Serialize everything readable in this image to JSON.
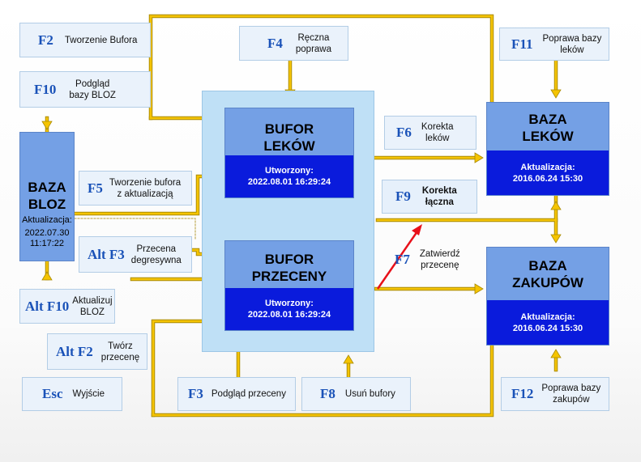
{
  "blocks": {
    "baza_bloz": {
      "title": "BAZA\nBLOZ",
      "update_label": "Aktualizacja:",
      "update_date": "2022.07.30\n11:17:22"
    },
    "bufor_lekow": {
      "title": "BUFOR\nLEKÓW",
      "status": "Utworzony:\n2022.08.01 16:29:24"
    },
    "bufor_przeceny": {
      "title": "BUFOR\nPRZECENY",
      "status": "Utworzony:\n2022.08.01 16:29:24"
    },
    "baza_lekow": {
      "title": "BAZA\nLEKÓW",
      "status": "Aktualizacja:\n2016.06.24 15:30"
    },
    "baza_zakupow": {
      "title": "BAZA\nZAKUPÓW",
      "status": "Aktualizacja:\n2016.06.24 15:30"
    }
  },
  "keys": {
    "f2": {
      "key": "F2",
      "label": "Tworzenie Bufora"
    },
    "f10": {
      "key": "F10",
      "label": "Podgląd\nbazy BLOZ"
    },
    "f4": {
      "key": "F4",
      "label": "Ręczna\npoprawa"
    },
    "f11": {
      "key": "F11",
      "label": "Poprawa bazy\nleków"
    },
    "f5": {
      "key": "F5",
      "label": "Tworzenie bufora\nz aktualizacją"
    },
    "f6": {
      "key": "F6",
      "label": "Korekta\nleków"
    },
    "f9": {
      "key": "F9",
      "label": "Korekta\nłączna"
    },
    "alt_f3": {
      "key": "Alt F3",
      "label": "Przecena\ndegresywna"
    },
    "f7": {
      "key": "F7",
      "label": "Zatwierdź\nprzecenę"
    },
    "alt_f10": {
      "key": "Alt F10",
      "label": "Aktualizuj\nBLOZ"
    },
    "alt_f2": {
      "key": "Alt F2",
      "label": "Twórz\nprzecenę"
    },
    "esc": {
      "key": "Esc",
      "label": "Wyjście"
    },
    "f3": {
      "key": "F3",
      "label": "Podgląd przeceny"
    },
    "f8": {
      "key": "F8",
      "label": "Usuń bufory"
    },
    "f12": {
      "key": "F12",
      "label": "Poprawa bazy\nzakupów"
    }
  },
  "colors": {
    "block": "#74a0e5",
    "status_bar": "#0a1bdc",
    "panel": "#bfe0f6",
    "key_bg": "#eaf2fb",
    "key_text": "#1a52b8",
    "connector": "#f5c400",
    "connector_outline": "#a98a00",
    "highlight_arrow": "#e8101a"
  }
}
